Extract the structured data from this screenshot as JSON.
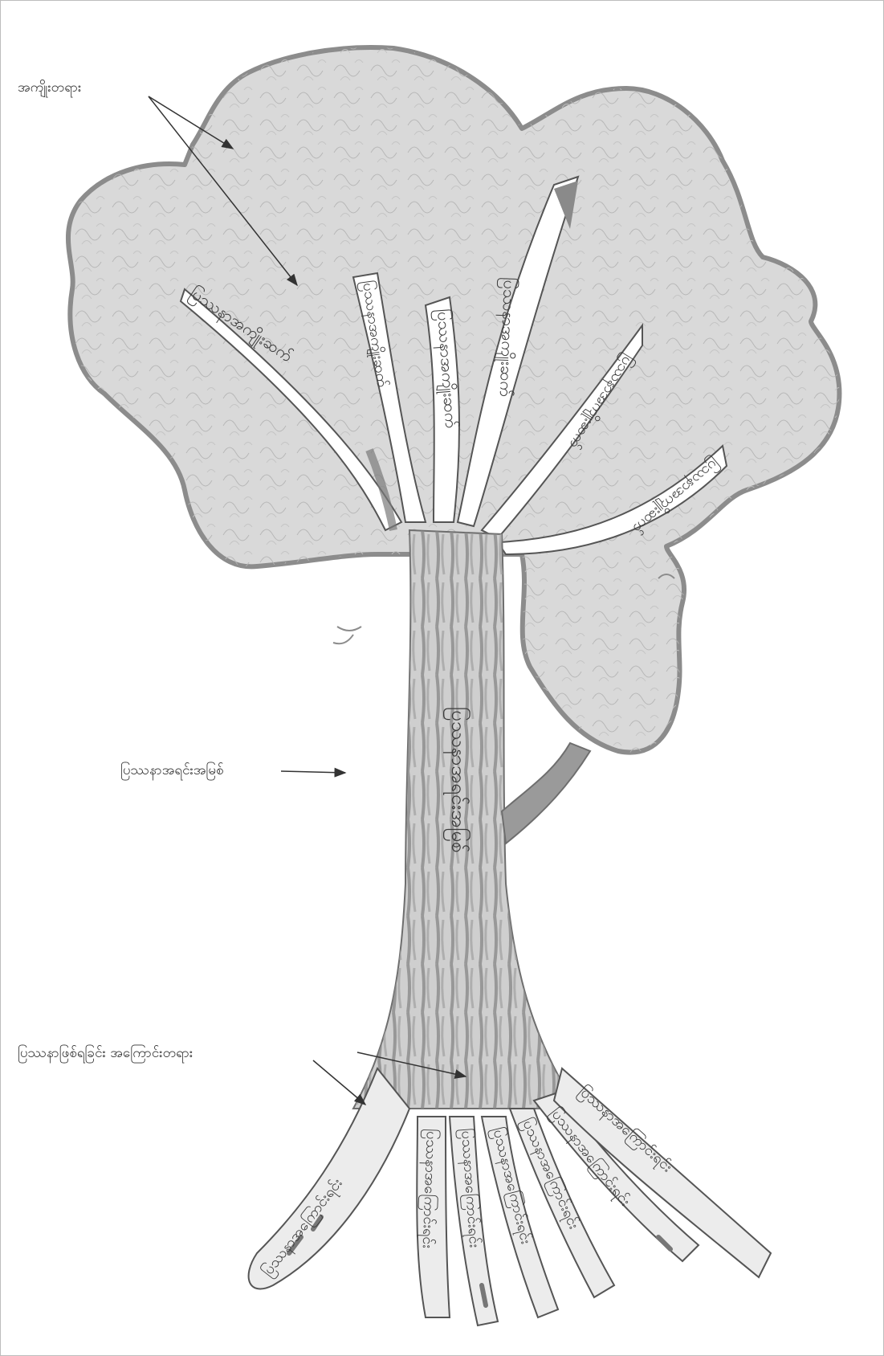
{
  "labels": {
    "effects": "အကျိုးတရား",
    "core_problem": "ပြဿနာအရင်းအမြစ်",
    "causes": "ပြဿနာဖြစ်ရခြင်း အကြောင်းတရား"
  },
  "tree": {
    "trunk_text": "ပြဿနာအရင်းအမြစ်",
    "branches": [
      "ပြဿနာအကျိုးဆက်",
      "ပြဿနာအကျိုးဆက်",
      "ပြဿနာအကျိုးဆက်",
      "ပြဿနာအကျိုးဆက်",
      "ပြဿနာအကျိုးဆက်",
      "ပြဿနာအကျိုးဆက်"
    ],
    "roots": [
      "ပြဿနာအကြောင်းရင်း",
      "ပြဿနာအကြောင်းရင်း",
      "ပြဿနာအကြောင်းရင်း",
      "ပြဿနာအကြောင်းရင်း",
      "ပြဿနာအကြောင်းရင်း",
      "ပြဿနာအကြောင်းရင်း",
      "ပြဿနာအကြောင်းရင်း"
    ]
  },
  "colors": {
    "canopy_fill": "#d9d9d9",
    "canopy_outline": "#8c8c8c",
    "trunk_fill": "#bdbdbd",
    "trunk_dark": "#7a7a7a",
    "ink": "#333333"
  }
}
